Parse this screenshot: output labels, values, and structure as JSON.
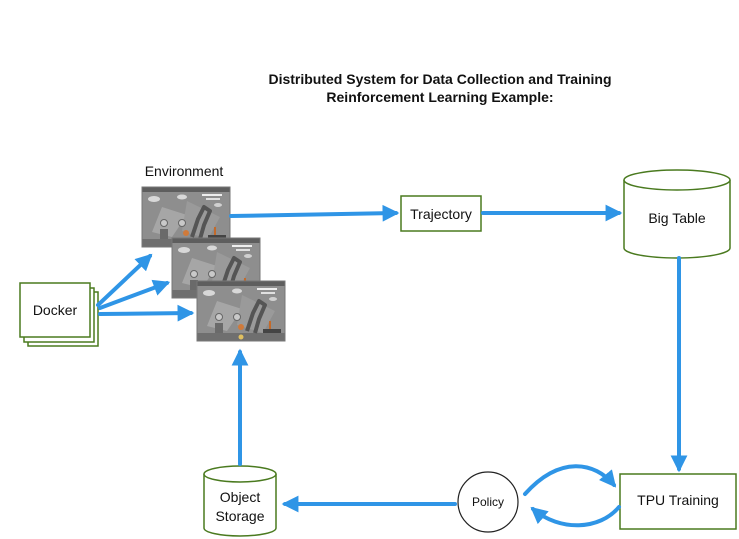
{
  "title": {
    "line1": "Distributed System for Data Collection and Training",
    "line2": "Reinforcement Learning Example:"
  },
  "nodes": {
    "environment": "Environment",
    "docker": "Docker",
    "trajectory": "Trajectory",
    "big_table": "Big Table",
    "tpu_training": "TPU Training",
    "policy": "Policy",
    "object_storage_line1": "Object",
    "object_storage_line2": "Storage"
  },
  "colors": {
    "arrow": "#2f95e6",
    "box_border": "#4a7a1f",
    "screenshot_bg": "#8f8f8f"
  }
}
